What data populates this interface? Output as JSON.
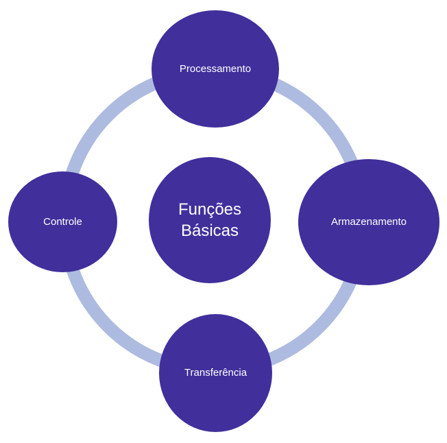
{
  "diagram": {
    "center": {
      "label": "Funções\nBásicas"
    },
    "nodes": [
      {
        "label": "Processamento"
      },
      {
        "label": "Armazenamento"
      },
      {
        "label": "Transferência"
      },
      {
        "label": "Controle"
      }
    ]
  },
  "colors": {
    "node_fill": "#412f9c",
    "ring": "#aebbe0",
    "text": "#ffffff",
    "background": "#ffffff"
  }
}
